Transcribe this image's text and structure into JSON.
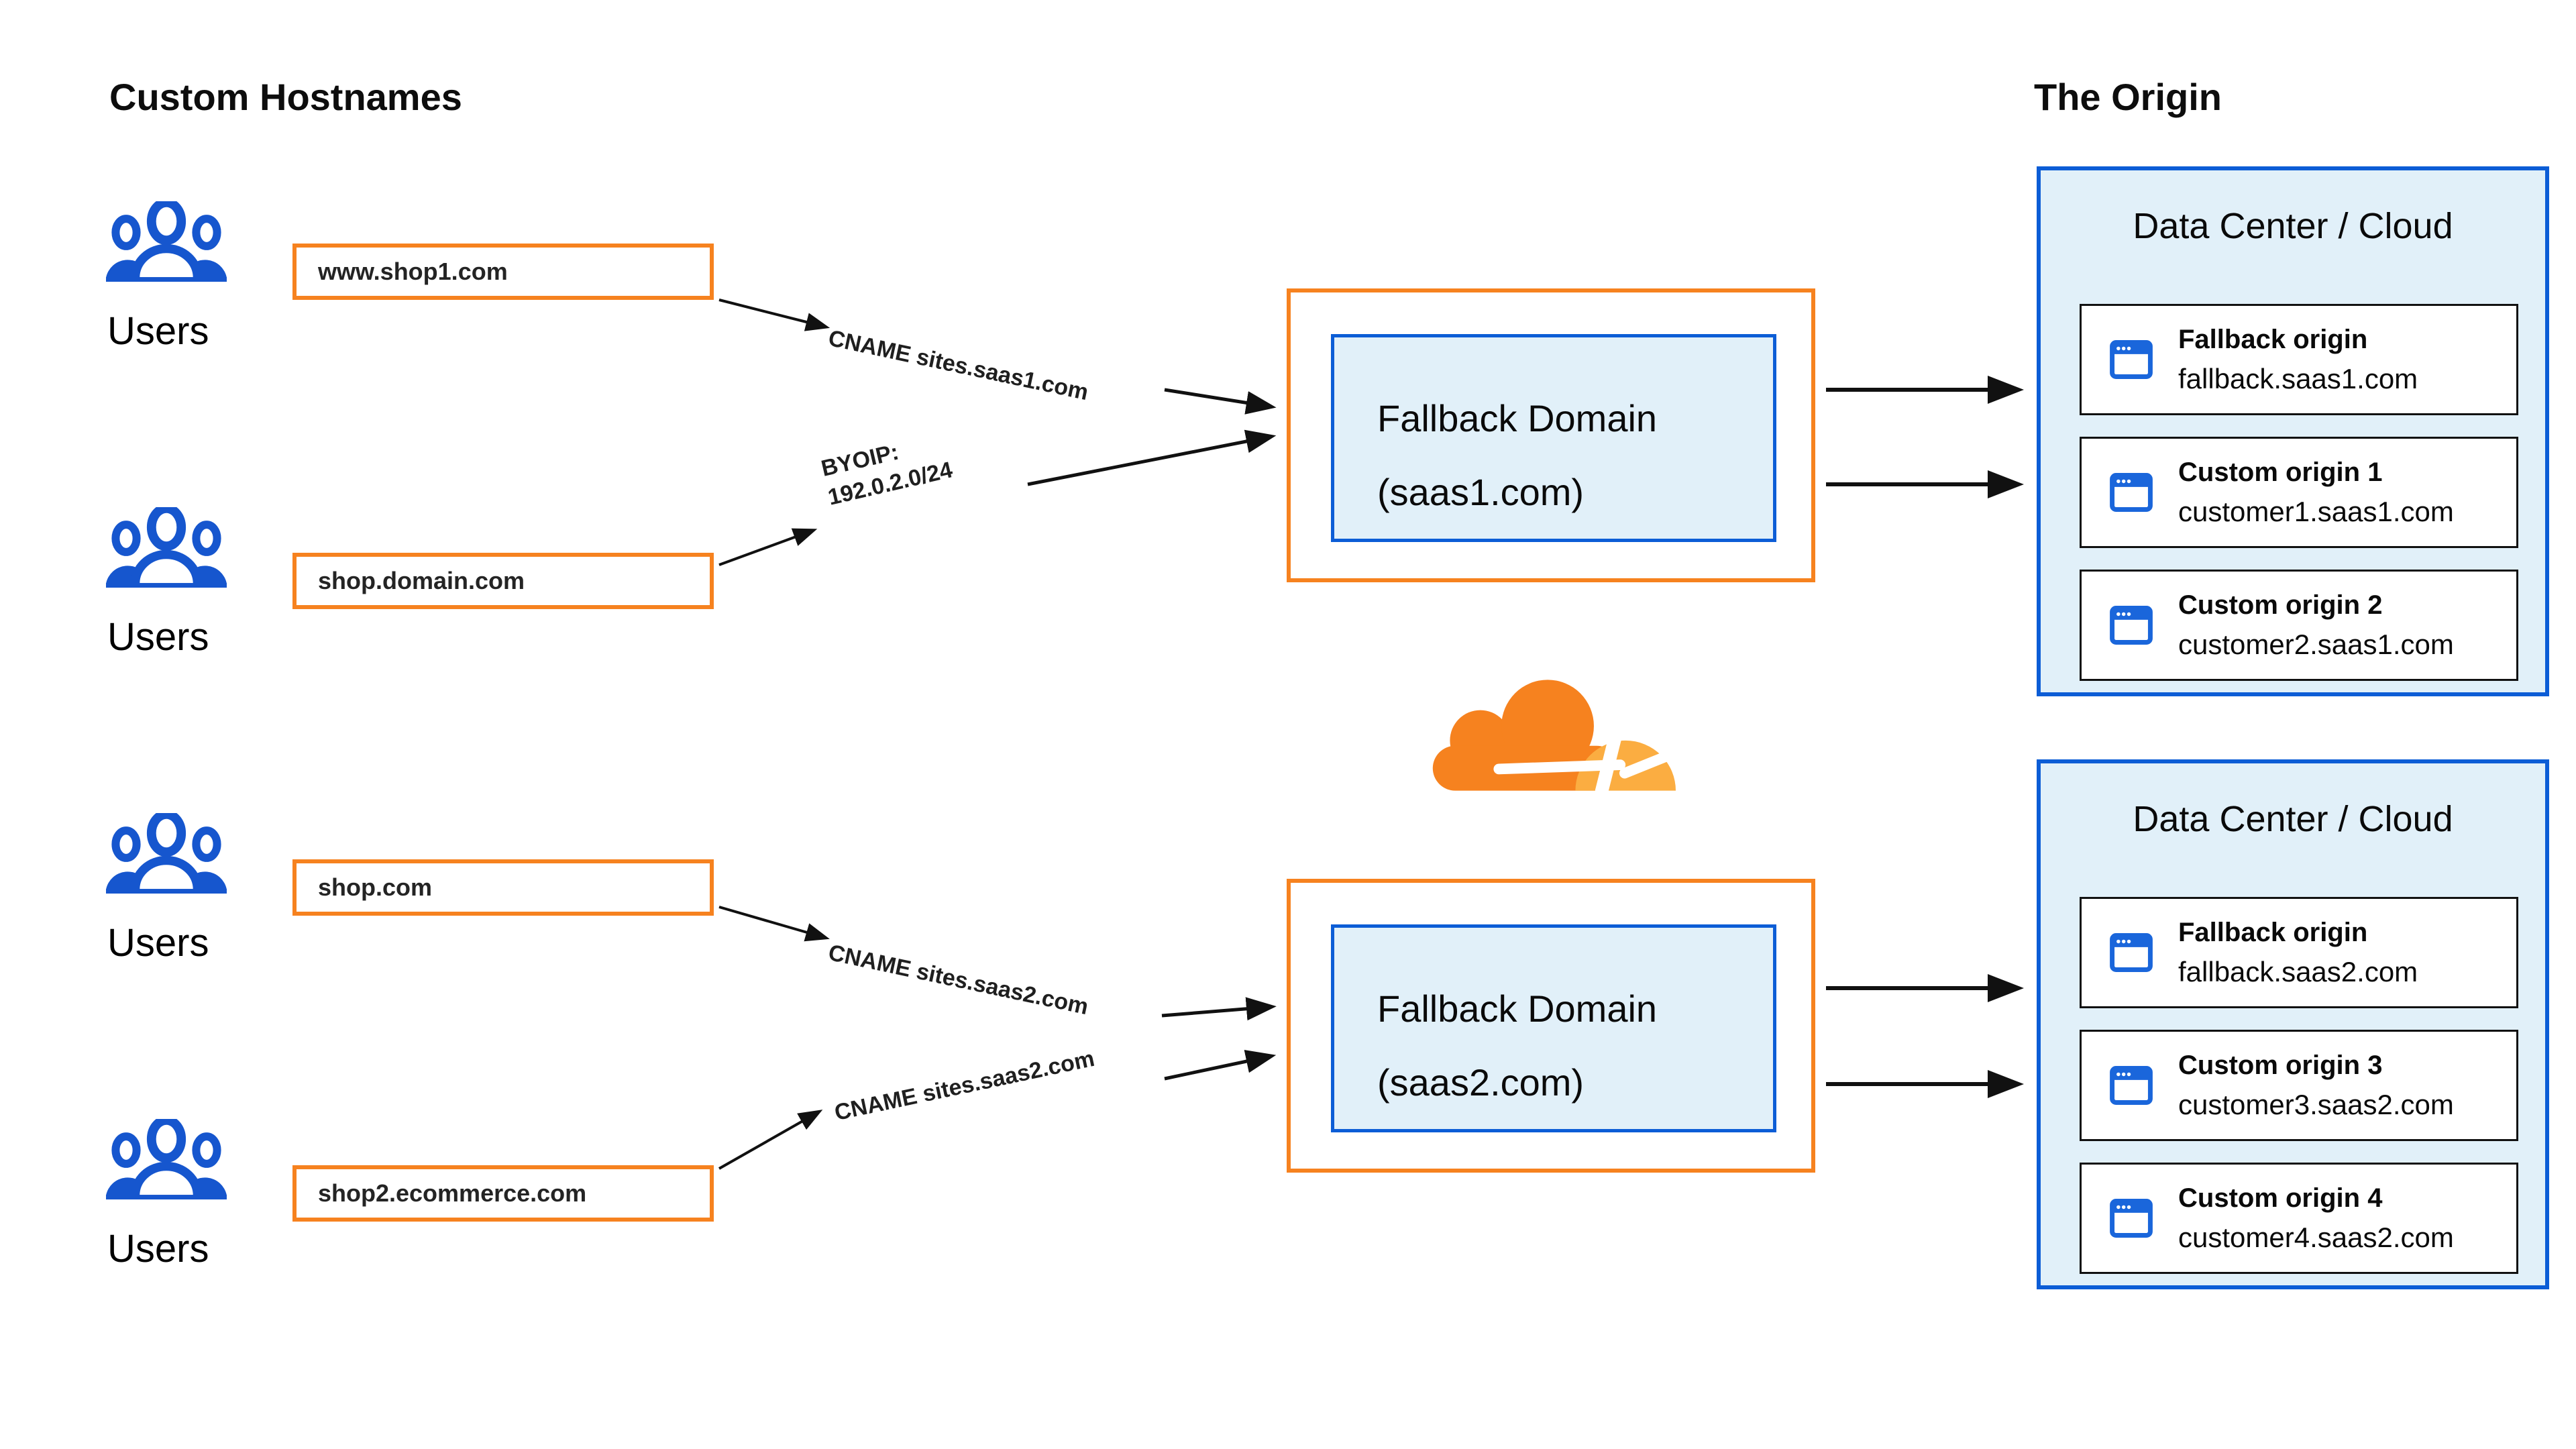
{
  "left_panel": {
    "title": "Custom Hostnames",
    "groups": [
      {
        "user_label": "Users",
        "hostname": "www.shop1.com"
      },
      {
        "user_label": "Users",
        "hostname": "shop.domain.com"
      },
      {
        "user_label": "Users",
        "hostname": "shop.com"
      },
      {
        "user_label": "Users",
        "hostname": "shop2.ecommerce.com"
      }
    ]
  },
  "routing_labels": [
    {
      "line1": "CNAME sites.saas1.com",
      "line2": ""
    },
    {
      "line1": "BYOIP:",
      "line2": "192.0.2.0/24"
    },
    {
      "line1": "CNAME sites.saas2.com",
      "line2": ""
    },
    {
      "line1": "CNAME sites.saas2.com",
      "line2": ""
    }
  ],
  "fallback_domains": [
    {
      "line1": "Fallback Domain",
      "line2": "(saas1.com)"
    },
    {
      "line1": "Fallback Domain",
      "line2": "(saas2.com)"
    }
  ],
  "origin_panel": {
    "title": "The Origin",
    "data_centers": [
      {
        "title": "Data Center / Cloud",
        "origins": [
          {
            "name": "Fallback origin",
            "host": "fallback.saas1.com"
          },
          {
            "name": "Custom origin 1",
            "host": "customer1.saas1.com"
          },
          {
            "name": "Custom origin 2",
            "host": "customer2.saas1.com"
          }
        ]
      },
      {
        "title": "Data Center / Cloud",
        "origins": [
          {
            "name": "Fallback origin",
            "host": "fallback.saas2.com"
          },
          {
            "name": "Custom origin 3",
            "host": "customer3.saas2.com"
          },
          {
            "name": "Custom origin 4",
            "host": "customer4.saas2.com"
          }
        ]
      }
    ]
  },
  "icons": {
    "users": "users-icon",
    "origin_server": "browser-window-icon",
    "brand": "cloudflare-logo",
    "connector": "arrow-right-icon"
  },
  "colors": {
    "orange_border": "#F6821F",
    "blue_border": "#0C5DD6",
    "light_blue_fill": "#E1F0F9",
    "users_blue": "#1656CE",
    "browser_icon_blue": "#1A66DB",
    "cloudflare_orange": "#F6821F",
    "cloudflare_light_orange": "#FBAD41",
    "arrow_black": "#111111"
  }
}
